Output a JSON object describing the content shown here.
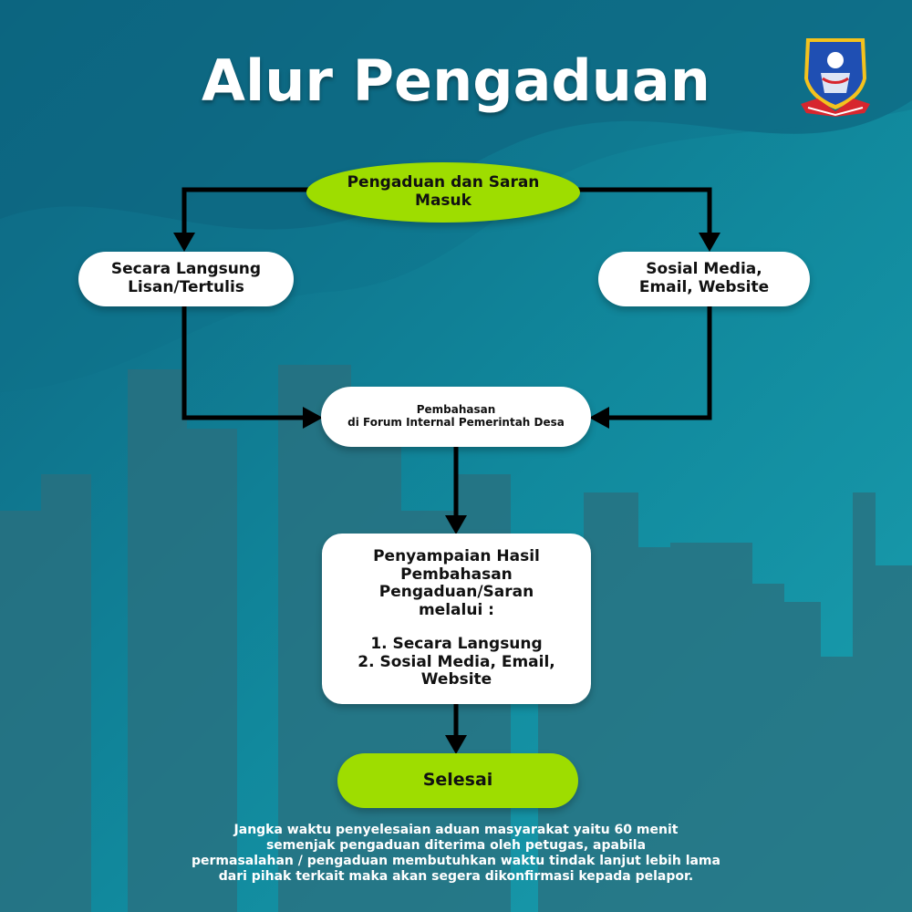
{
  "page": {
    "title": "Alur Pengaduan"
  },
  "colors": {
    "background_top": "#0e6f84",
    "background_bottom": "#1592a4",
    "skyline": "#2a6f7d",
    "accent_green": "#9edd00",
    "box_white": "#ffffff",
    "arrow": "#000000",
    "text_dark": "#111111"
  },
  "logo": {
    "icon": "regional-emblem-shield-icon"
  },
  "nodes": {
    "start": "Pengaduan dan Saran\nMasuk",
    "direct": "Secara Langsung\nLisan/Tertulis",
    "online": "Sosial Media,\nEmail, Website",
    "discussion": "Pembahasan\ndi Forum Internal Pemerintah Desa",
    "delivery": {
      "heading": "Penyampaian Hasil\nPembahasan\nPengaduan/Saran\nmelalui :",
      "items": [
        "1. Secara Langsung",
        "2. Sosial Media, Email,\nWebsite"
      ]
    },
    "end": "Selesai"
  },
  "footer": {
    "note_lines": [
      "Jangka waktu penyelesaian aduan masyarakat yaitu 60 menit",
      "semenjak pengaduan diterima oleh petugas, apabila",
      "permasalahan / pengaduan membutuhkan waktu tindak lanjut lebih lama",
      "dari pihak terkait maka akan segera dikonfirmasi kepada pelapor."
    ]
  }
}
